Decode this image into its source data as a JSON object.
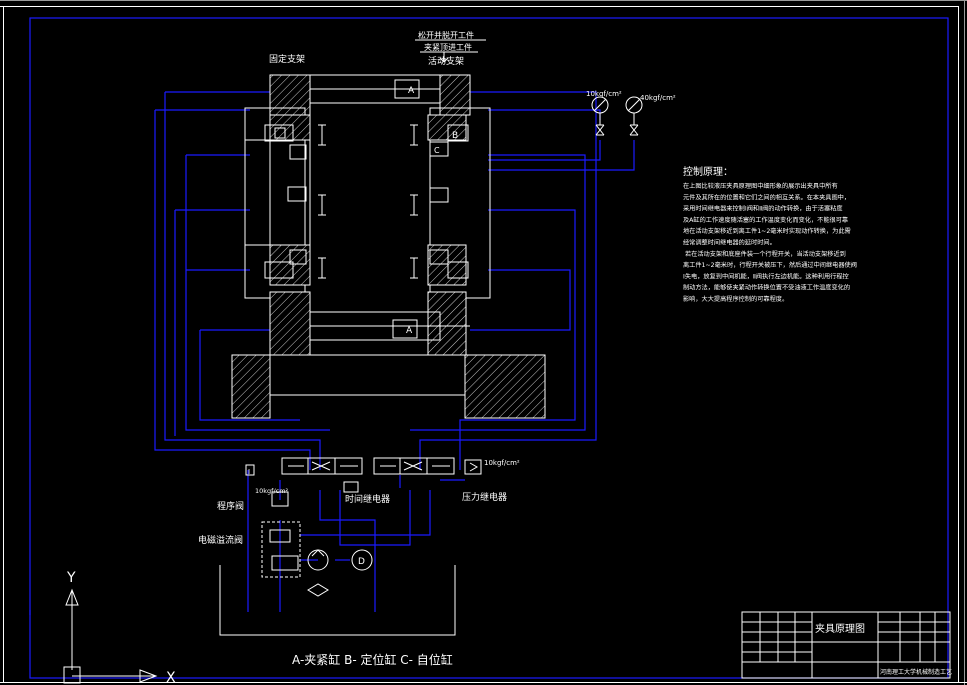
{
  "labels": {
    "fixed_support": "固定支架",
    "movable_support": "活动支架",
    "top_note_1": "松开并脱开工件",
    "top_note_2": "夹紧顶进工件",
    "cyl_a": "A",
    "cyl_b": "B",
    "cyl_c": "C",
    "gauge_left": "10kgf/cm²",
    "gauge_right": "40kgf/cm²",
    "valve_pressure": "10kgf/cm²",
    "pump_pressure": "10kgf/cm²",
    "time_relay": "时间继电器",
    "pressure_relay": "压力继电器",
    "sequence_valve": "程序阀",
    "relief_valve": "电磁溢流阀",
    "legend": "A-夹紧缸   B- 定位缸   C- 自位缸",
    "axis_x": "X",
    "axis_y": "Y",
    "valve_code": "I"
  },
  "principle": {
    "title": "控制原理：",
    "lines": [
      "    在上图比较液压夹具原理图中细形象的展示出夹具中所有",
      "元件及其所在的位置和它们之间的相互关系。在本夹具图中，",
      "采用时间继电器来控制Ⅰ阀和Ⅱ阀的动作转换，由于活塞粘度",
      "及A缸的工作速度随活塞的工作温度变化而变化，不能很可靠",
      "地在活动支架移近到离工件1~2毫米时实现动作转换，为此需",
      "经常调整时间继电器的延时时间。",
      "    若在活动支架和底座件装一个行程开关，当活动支架移近到",
      "离工件1~2毫米时，行程开关被压下，然后通过中间继电器使阀",
      "Ⅰ失电，放复到中间机能，Ⅱ阀执行左边机能。这种利用行程控",
      "制动方法，能够使夹紧动作转换位置不受油液工作温度变化的",
      "影响，大大提高程序控制的可靠程度。"
    ]
  },
  "title_block": {
    "drawing_title": "夹具原理图",
    "company": "河南理工大学机械制造工艺"
  },
  "colors": {
    "background": "#000000",
    "pipe": "#1a1aff",
    "outline": "#ffffff"
  }
}
